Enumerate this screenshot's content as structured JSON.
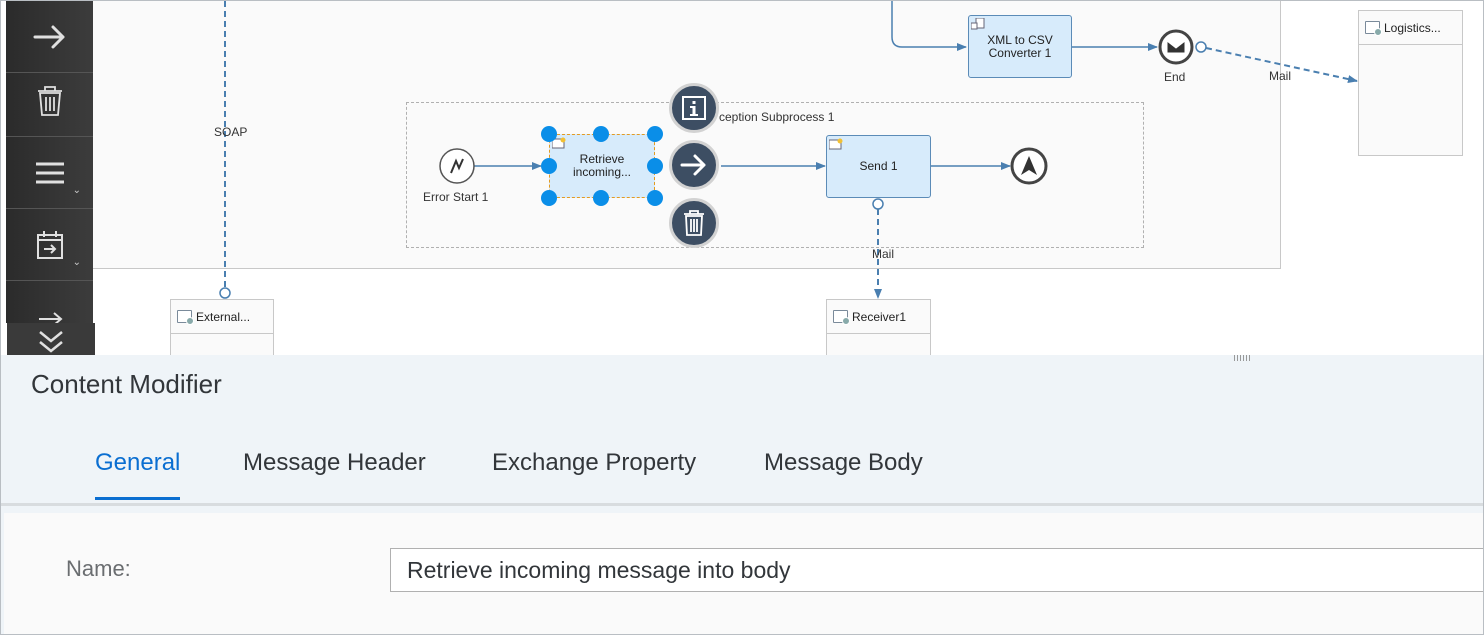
{
  "canvas": {
    "soap_label": "SOAP",
    "subprocess_label": "ception Subprocess 1",
    "error_start_label": "Error Start 1",
    "end_label": "End",
    "mail_label_top": "Mail",
    "mail_label_bottom": "Mail",
    "tasks": {
      "xml_to_csv": "XML to CSV Converter 1",
      "retrieve": "Retrieve incoming...",
      "send": "Send 1"
    },
    "participants": {
      "logistics": "Logistics...",
      "external": "External...",
      "receiver": "Receiver1"
    }
  },
  "toolbar": {
    "items": [
      "arrow-right-icon",
      "trash-icon",
      "menu-icon",
      "calendar-arrow-icon",
      "sequence-flow-icon"
    ]
  },
  "panel": {
    "title": "Content Modifier",
    "tabs": [
      {
        "label": "General",
        "active": true
      },
      {
        "label": "Message Header",
        "active": false
      },
      {
        "label": "Exchange Property",
        "active": false
      },
      {
        "label": "Message Body",
        "active": false
      }
    ],
    "form": {
      "name_label": "Name:",
      "name_value": "Retrieve incoming message into body"
    }
  },
  "colors": {
    "accent": "#0a6ed1",
    "flow": "#4a7fb0",
    "task_fill": "#d7ebfb",
    "toolbar": "#333333",
    "handle": "#0a8ee8"
  }
}
